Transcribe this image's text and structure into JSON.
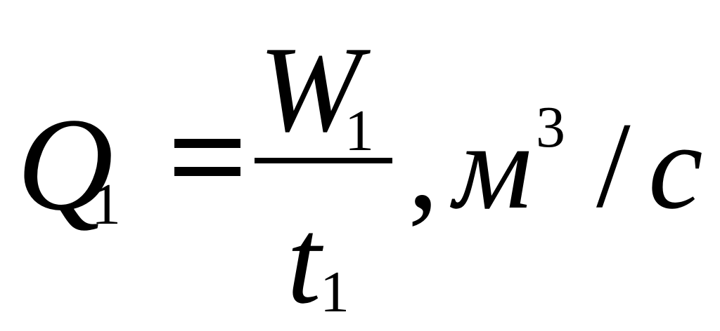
{
  "formula": {
    "lhs": {
      "symbol": "Q",
      "subscript": "1"
    },
    "equals": "=",
    "fraction": {
      "numerator": {
        "symbol": "W",
        "subscript": "1"
      },
      "denominator": {
        "symbol": "t",
        "subscript": "1"
      }
    },
    "separator": ",",
    "unit": {
      "base": "м",
      "exponent": "3",
      "slash": "/",
      "per": "с"
    }
  }
}
